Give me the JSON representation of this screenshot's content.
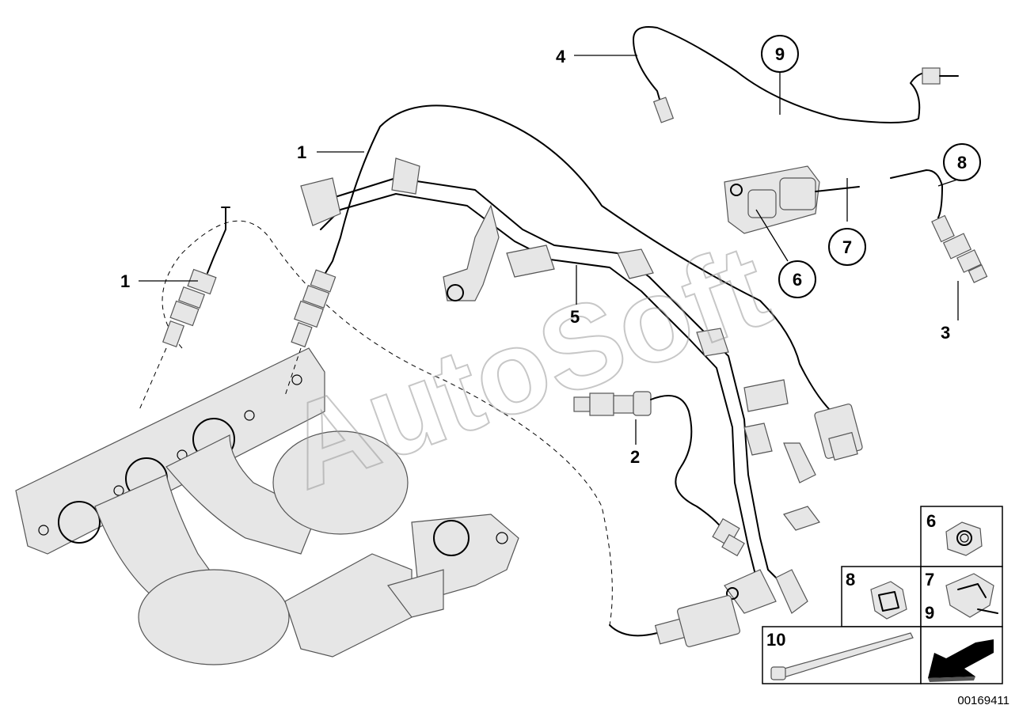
{
  "diagram": {
    "watermark": "AutoSoft",
    "reference_number": "00169411",
    "callouts": [
      {
        "id": "c1a",
        "text": "1",
        "circled": false
      },
      {
        "id": "c1b",
        "text": "1",
        "circled": false
      },
      {
        "id": "c2",
        "text": "2",
        "circled": false
      },
      {
        "id": "c3",
        "text": "3",
        "circled": false
      },
      {
        "id": "c4",
        "text": "4",
        "circled": false
      },
      {
        "id": "c5",
        "text": "5",
        "circled": false
      },
      {
        "id": "c6",
        "text": "6",
        "circled": true
      },
      {
        "id": "c7",
        "text": "7",
        "circled": true
      },
      {
        "id": "c8",
        "text": "8",
        "circled": true
      },
      {
        "id": "c9",
        "text": "9",
        "circled": true
      }
    ],
    "legend": {
      "nut": "6",
      "clip_8": "8",
      "clip_7": "7",
      "clip_9": "9",
      "cable_tie": "10"
    },
    "icons": [
      "nut-icon",
      "clip-icon",
      "cable-tie-icon",
      "arrow-icon"
    ]
  }
}
